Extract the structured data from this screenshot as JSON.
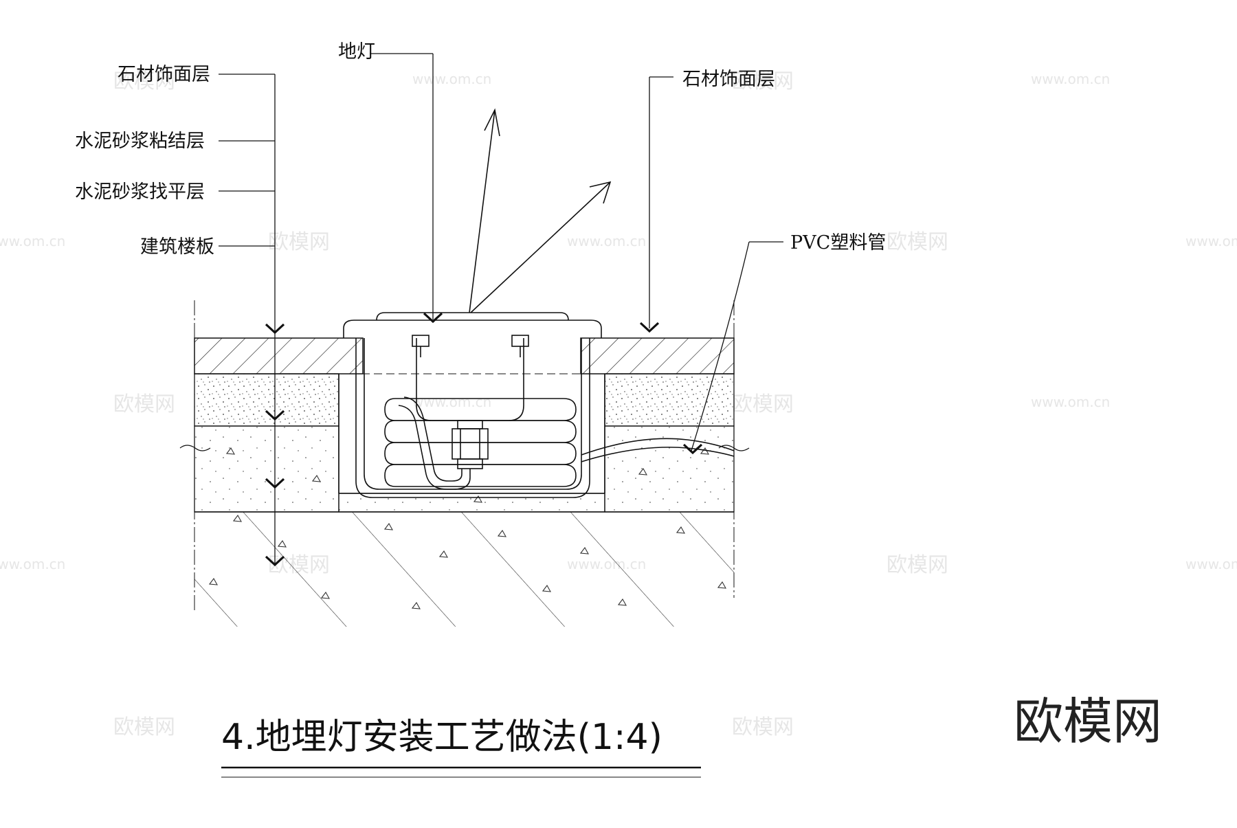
{
  "labels": {
    "left_1": "石材饰面层",
    "left_2": "水泥砂浆粘结层",
    "left_3": "水泥砂浆找平层",
    "left_4": "建筑楼板",
    "top": "地灯",
    "right_1": "石材饰面层",
    "right_2": "PVC塑料管"
  },
  "title": "4.地埋灯安装工艺做法(1:4)",
  "brand": "欧模网",
  "watermark": {
    "cn": "欧模网",
    "url": "www.om.cn"
  }
}
